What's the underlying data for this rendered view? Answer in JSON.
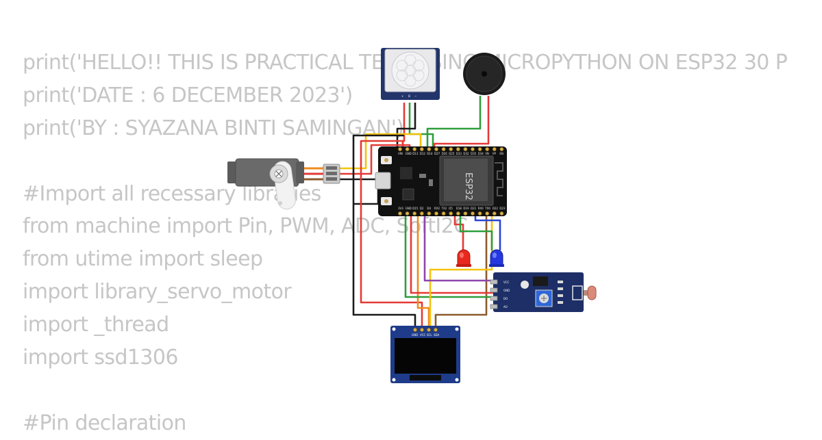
{
  "code_lines": [
    "print('HELLO!! THIS IS PRACTICAL TEST USING MICROPYTHON ON ESP32 30 P",
    "print('DATE : 6 DECEMBER 2023')",
    "print('BY : SYAZANA BINTI SAMINGAN')",
    "",
    "#Import all recessary libraries",
    "from machine import Pin, PWM, ADC, SoftI2C",
    "from utime import sleep",
    "import library_servo_motor",
    "import _thread",
    "import ssd1306",
    "",
    "#Pin declaration"
  ],
  "esp32": {
    "chip_label": "ESP32",
    "top_pins": [
      "VIN",
      "GND",
      "D13",
      "D12",
      "D14",
      "D27",
      "D26",
      "D25",
      "D33",
      "D32",
      "D35",
      "D34",
      "VN",
      "VP",
      "EN"
    ],
    "bottom_pins": [
      "3V3",
      "GND",
      "D15",
      "D2",
      "D4",
      "RX2",
      "TX2",
      "D5",
      "D18",
      "D19",
      "D21",
      "RX0",
      "TX0",
      "D22",
      "D23"
    ]
  },
  "pir": {
    "pins": [
      "+",
      "D",
      "−"
    ]
  },
  "oled": {
    "pins": [
      "GND",
      "VCC",
      "SCL",
      "SDA"
    ]
  },
  "ldr_module": {
    "pins": [
      "VCC",
      "GND",
      "DO",
      "AO"
    ]
  },
  "wire_colors": {
    "red": "#e53935",
    "black": "#1a1a1a",
    "yellow": "#f4c20d",
    "green": "#2e9e3a",
    "orange": "#f08a1c",
    "purple": "#8e44ad",
    "blue": "#2a46d6",
    "brown": "#8b5a2b"
  }
}
